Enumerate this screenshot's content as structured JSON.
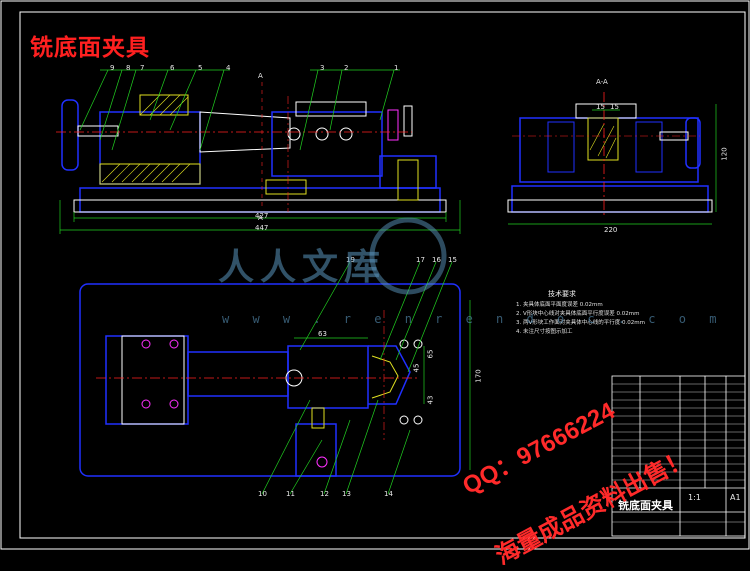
{
  "title": "铣底面夹具",
  "watermark": {
    "logo": "人人文库",
    "url": "w w w . r e n r e n d o c . c o m"
  },
  "promo": {
    "qq": "QQ：97666224",
    "slogan": "海量成品资料出售！"
  },
  "section_label": "A-A",
  "section_marker": "A",
  "dimensions": {
    "main_length_1": "427",
    "main_length_2": "447",
    "side_width": "220",
    "side_height": "120",
    "side_top_1": "15",
    "side_top_2": "15",
    "plan_1": "63",
    "plan_2": "45",
    "plan_3": "65",
    "plan_4": "43",
    "plan_5": "170"
  },
  "part_numbers": {
    "front_top": [
      "9",
      "8",
      "7",
      "6",
      "5",
      "4",
      "3",
      "2",
      "1"
    ],
    "plan_top": [
      "19",
      "17",
      "16",
      "15"
    ],
    "plan_bottom": [
      "10",
      "11",
      "12",
      "13",
      "14"
    ]
  },
  "tech_notes": {
    "title": "技术要求",
    "items": [
      "1. 夹具体底面平面度误差 0.02mm",
      "2. V形块中心线对夹具体底面平行度误差 0.02mm",
      "3. 两V形块工作面对夹具体中心线的平行度 0.02mm",
      "4. 未注尺寸按图示加工"
    ]
  },
  "title_block": {
    "name": "铣底面夹具",
    "scale": "1:1",
    "sheet": "A1"
  },
  "colors": {
    "outline": "#ffffff",
    "frame": "#20d020",
    "blue_part": "#2030ff",
    "centerline": "#ff2020",
    "hatch": "#e0e020",
    "dim": "#20d020",
    "leader": "#20d020",
    "magenta": "#ff30ff"
  }
}
